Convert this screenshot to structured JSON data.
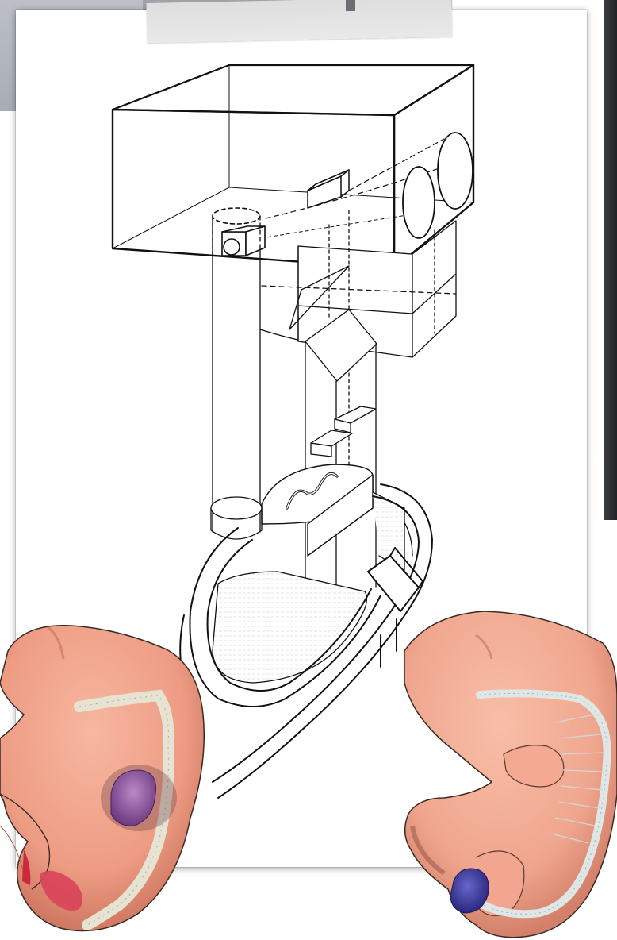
{
  "figure": {
    "kind": "illustration",
    "description_items": [
      "apparatus-line-drawing",
      "embryo-left",
      "embryo-right"
    ],
    "colors": {
      "embryo_skin": "#f2a88f",
      "embryo_skin_dark": "#d9806a",
      "somite": "#e7e3d3",
      "heart_purple": "#8a4f9c",
      "heart_blue": "#3b3a9a",
      "red_tissue": "#c92b3c"
    }
  }
}
